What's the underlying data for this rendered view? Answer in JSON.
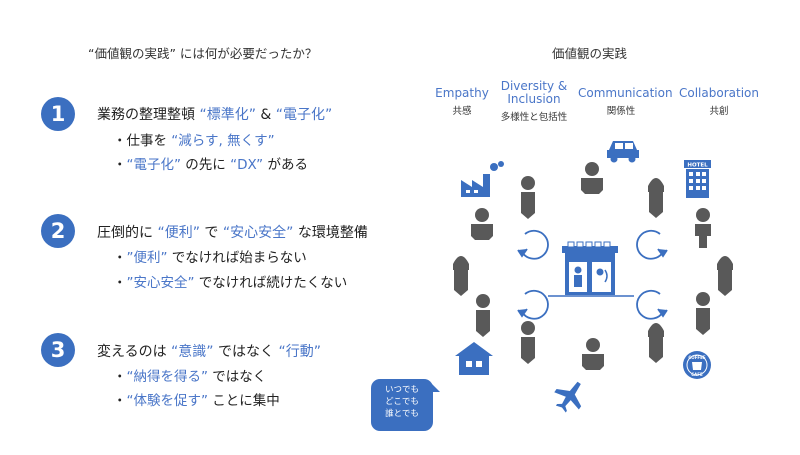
{
  "left": {
    "title": "“価値観の実践” には何が必要だったか？",
    "items": [
      {
        "number": "1",
        "heading": {
          "pre": "業務の整理整頓 ",
          "a1": "“標準化”",
          "mid": " & ",
          "a2": "“電子化”",
          "post": ""
        },
        "subs": [
          {
            "pre": "・仕事を ",
            "a1": "“減らす, 無くす”",
            "mid": "",
            "a2": "",
            "post": ""
          },
          {
            "pre": "・",
            "a1": "“電子化”",
            "mid": " の先に ",
            "a2": "“DX”",
            "post": " がある"
          }
        ]
      },
      {
        "number": "2",
        "heading": {
          "pre": "圧倒的に ",
          "a1": "“便利”",
          "mid": " で ",
          "a2": "“安心安全”",
          "post": " な環境整備"
        },
        "subs": [
          {
            "pre": "・",
            "a1": "”便利”",
            "mid": " でなければ始まらない",
            "a2": "",
            "post": ""
          },
          {
            "pre": "・",
            "a1": "”安心安全”",
            "mid": " でなければ続けたくない",
            "a2": "",
            "post": ""
          }
        ]
      },
      {
        "number": "3",
        "heading": {
          "pre": "変えるのは ",
          "a1": "“意識”",
          "mid": " ではなく ",
          "a2": "“行動”",
          "post": ""
        },
        "subs": [
          {
            "pre": "・",
            "a1": "“納得を得る”",
            "mid": " ではなく",
            "a2": "",
            "post": ""
          },
          {
            "pre": "・",
            "a1": "“体験を促す”",
            "mid": " ことに集中",
            "a2": "",
            "post": ""
          }
        ]
      }
    ]
  },
  "right": {
    "title": "価値観の実践",
    "categories": [
      {
        "name": "Empathy",
        "name2": "",
        "sub": "共感"
      },
      {
        "name": "Diversity &",
        "name2": "Inclusion",
        "sub": "多様性と包括性"
      },
      {
        "name": "Communication",
        "name2": "",
        "sub": "関係性"
      },
      {
        "name": "Collaboration",
        "name2": "",
        "sub": "共創"
      }
    ],
    "hotel_label": "HOTEL",
    "coffee_label_top": "COFFEE",
    "coffee_label_bottom": "CAFE",
    "bubble_lines": [
      "いつでも",
      "どこでも",
      "誰とでも"
    ]
  },
  "colors": {
    "accent": "#4a76c8",
    "badge": "#3b6fc0",
    "figure": "#595959",
    "icon_blue": "#3b6fc0"
  }
}
